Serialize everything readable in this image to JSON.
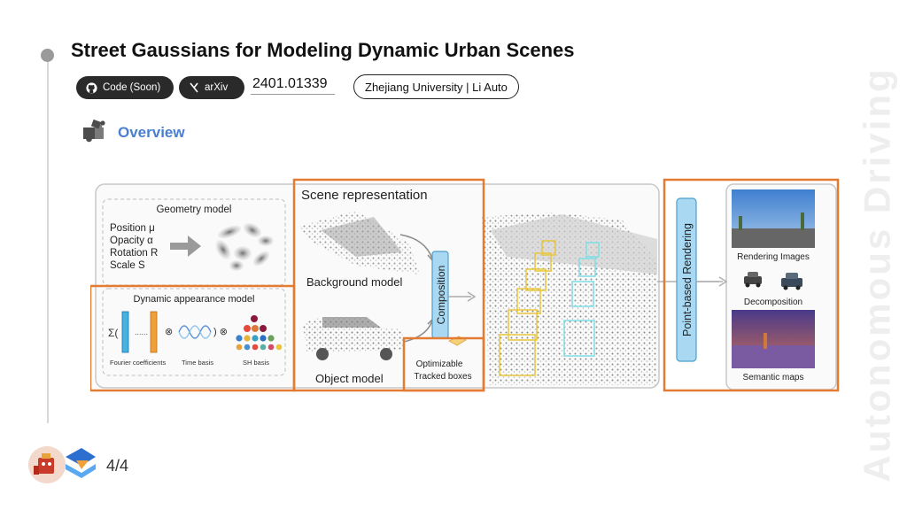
{
  "slide": {
    "title": "Street Gaussians for Modeling Dynamic Urban Scenes",
    "code_label": "Code (Soon)",
    "arxiv_label": "arXiv",
    "arxiv_id": "2401.01339",
    "affiliation": "Zhejiang University | Li Auto",
    "section": "Overview",
    "watermark": "Autonomous Driving",
    "page": "4/4"
  },
  "figure": {
    "geometry_title": "Geometry model",
    "position": "Position μ",
    "opacity": "Opacity α",
    "rotation": "Rotation R",
    "scale": "Scale S",
    "appearance_title": "Dynamic appearance model",
    "fourier": "Fourier coefficients",
    "time_basis": "Time basis",
    "sh_basis": "SH basis",
    "scene_title": "Scene representation",
    "background": "Background model",
    "object": "Object model",
    "composition": "Composition",
    "optimizable": "Optimizable",
    "tracked": "Tracked boxes",
    "point_rendering": "Point-based Rendering",
    "rendering_images": "Rendering Images",
    "decomposition": "Decomposition",
    "semantic_maps": "Semantic maps"
  },
  "colors": {
    "highlight": "#e47b32",
    "overview": "#4a7fd0",
    "pill": "#2a2a2a",
    "panel_blue": "#7ec0e6",
    "box_yellow": "#e8c63a",
    "box_cyan": "#7fdde6"
  }
}
